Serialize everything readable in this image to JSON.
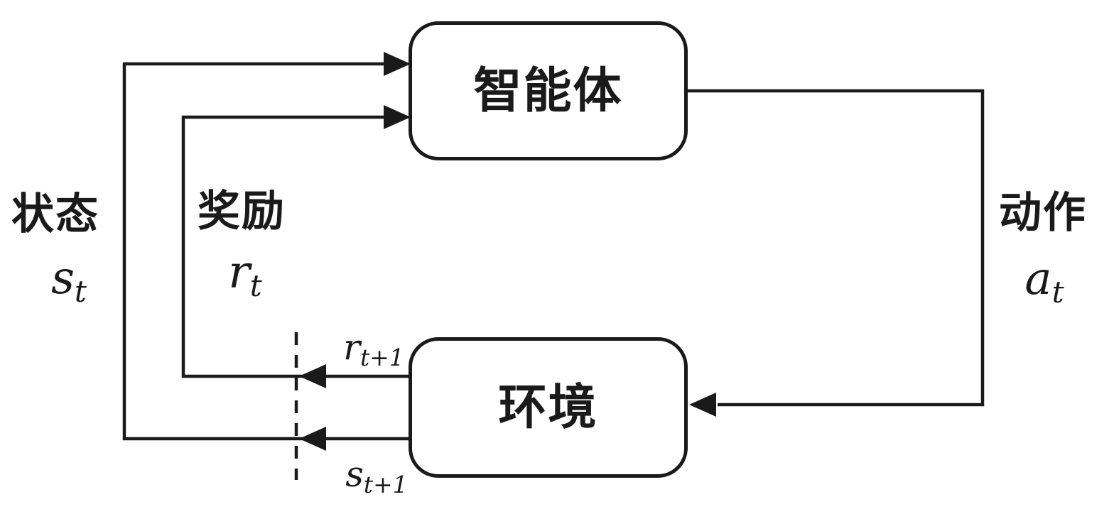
{
  "nodes": {
    "agent": {
      "label": "智能体"
    },
    "environment": {
      "label": "环境"
    }
  },
  "labels": {
    "state": {
      "name": "状态",
      "base": "s",
      "sub": "t"
    },
    "reward": {
      "name": "奖励",
      "base": "r",
      "sub": "t"
    },
    "action": {
      "name": "动作",
      "base": "a",
      "sub": "t"
    },
    "next_reward": {
      "base": "r",
      "sub": "t+1"
    },
    "next_state": {
      "base": "s",
      "sub": "t+1"
    }
  },
  "edges": [
    {
      "from": "environment",
      "to": "agent",
      "meaning": "state feedback",
      "label": "状态 st"
    },
    {
      "from": "environment",
      "to": "agent",
      "meaning": "reward feedback",
      "label": "奖励 rt"
    },
    {
      "from": "agent",
      "to": "environment",
      "meaning": "action",
      "label": "动作 at"
    },
    {
      "from": "environment",
      "to": "timestep-boundary",
      "meaning": "next reward",
      "label": "rt+1"
    },
    {
      "from": "environment",
      "to": "timestep-boundary",
      "meaning": "next state",
      "label": "st+1"
    }
  ],
  "colors": {
    "line": "#1a1a1a",
    "background": "#ffffff"
  }
}
